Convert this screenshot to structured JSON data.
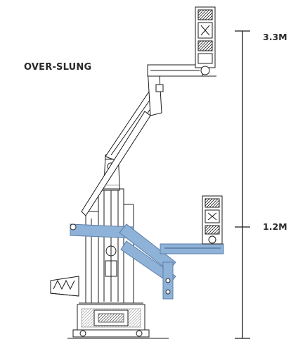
{
  "diagram": {
    "mode_label": "OVER-SLUNG",
    "heights": {
      "top": "3.3M",
      "mid": "1.2M"
    },
    "colors": {
      "line": "#1c1c1c",
      "arm_highlight": "#8fb2d9",
      "arm_highlight_stroke": "#5d7fa8",
      "background": "#ffffff"
    }
  }
}
